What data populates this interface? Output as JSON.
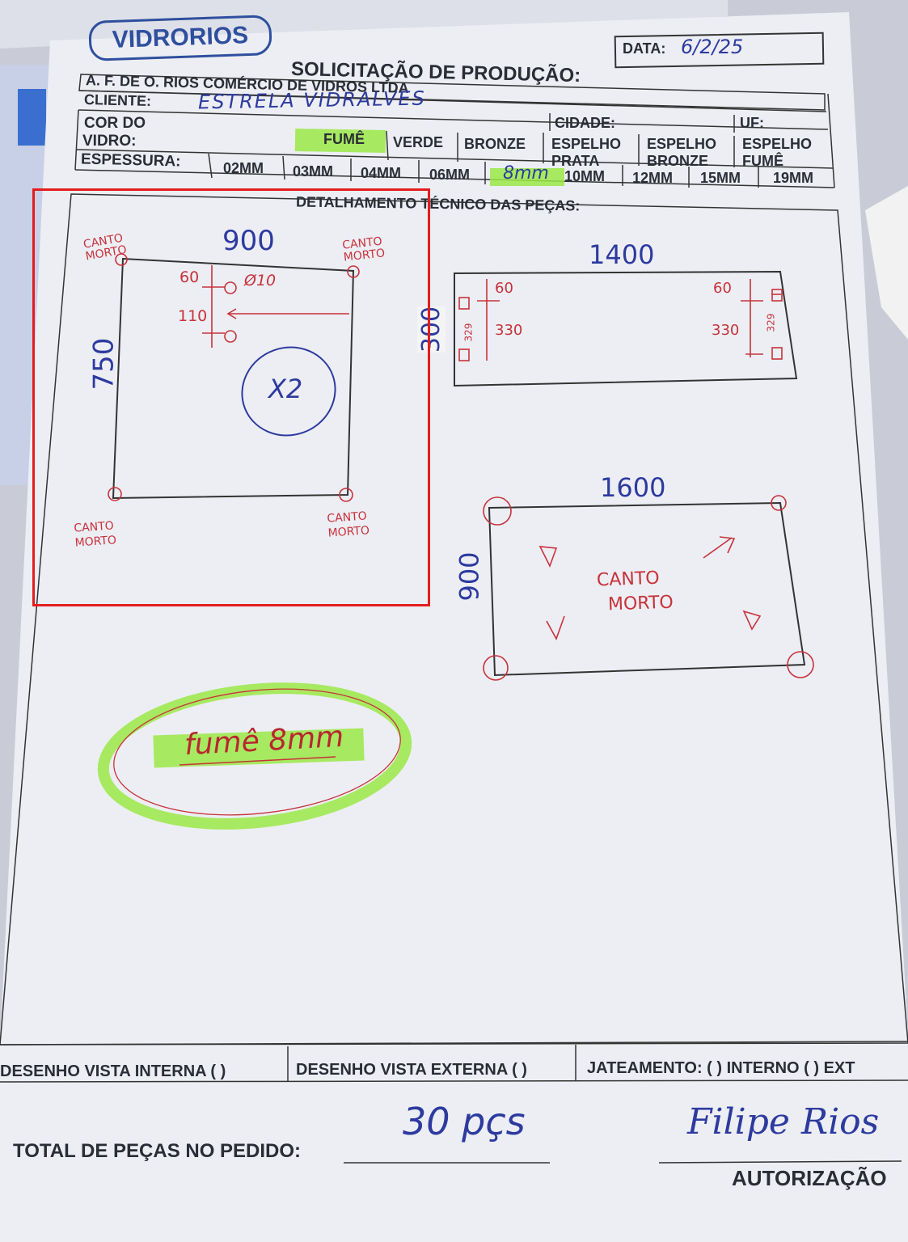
{
  "header": {
    "logo": "VIDRORIOS",
    "date_label": "DATA:",
    "date_value": "6/2/25",
    "form_title": "SOLICITAÇÃO DE PRODUÇÃO:",
    "company": "A. F. DE O. RIOS COMÉRCIO DE VIDROS LTDA",
    "client_label": "CLIENTE:",
    "client_value": "ESTRELA VIDRALVES",
    "city_label": "CIDADE:",
    "uf_label": "UF:"
  },
  "glass_color": {
    "label_line1": "COR DO",
    "label_line2": "VIDRO:",
    "options": [
      "FUMÊ",
      "VERDE",
      "BRONZE",
      "ESPELHO PRATA",
      "ESPELHO BRONZE",
      "ESPELHO FUMÊ"
    ],
    "selected": "FUMÊ"
  },
  "thickness": {
    "label": "ESPESSURA:",
    "options": [
      "02MM",
      "03MM",
      "04MM",
      "06MM",
      "8mm",
      "10MM",
      "12MM",
      "15MM",
      "19MM"
    ],
    "selected": "8mm"
  },
  "section_title": "DETALHAMENTO TÉCNICO DAS PEÇAS:",
  "piece1": {
    "width": "900",
    "height": "750",
    "corner_note": "CANTO MORTO",
    "hole_offset_top": "60",
    "hole_diameter": "Ø10",
    "hole_spacing": "110",
    "quantity": "X2"
  },
  "piece2": {
    "width": "1400",
    "height": "300",
    "offset_left": "60",
    "offset_right": "60",
    "inner_left": "330",
    "inner_right": "330",
    "notch_left": "329",
    "notch_right": "329"
  },
  "piece3": {
    "width": "1600",
    "height": "900",
    "note_line1": "CANTO",
    "note_line2": "MORTO"
  },
  "note": "fumê 8mm",
  "footer": {
    "internal_view": "DESENHO VISTA INTERNA ( )",
    "external_view": "DESENHO VISTA EXTERNA ( )",
    "sandblasting": "JATEAMENTO: ( ) INTERNO ( ) EXT",
    "total_label": "TOTAL DE PEÇAS NO PEDIDO:",
    "total_value": "30 pçs",
    "signature": "Filipe Rios",
    "authorization_label": "AUTORIZAÇÃO"
  }
}
